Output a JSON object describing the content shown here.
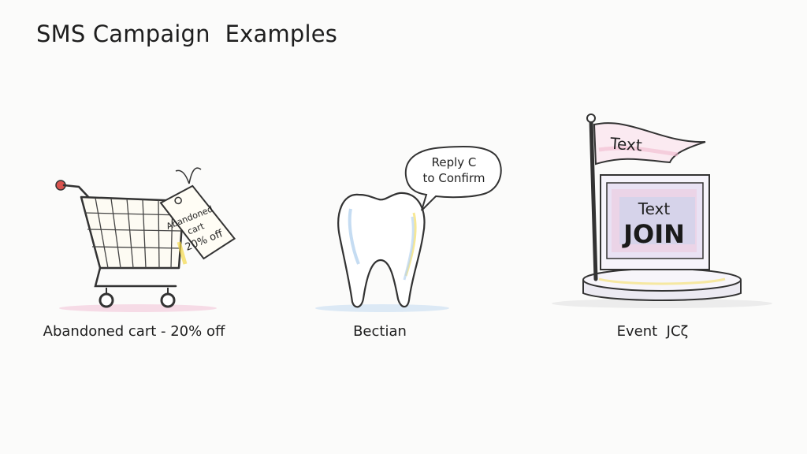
{
  "title": "SMS Campaign  Examples",
  "examples": [
    {
      "icon": "shopping-cart-icon",
      "tag_lines": [
        "Abandoned",
        "cart",
        "20% off"
      ],
      "caption": "Abandoned cart - 20% off"
    },
    {
      "icon": "tooth-icon",
      "bubble_lines": [
        "Reply C",
        "to Confirm"
      ],
      "caption": "Bectian"
    },
    {
      "icon": "flag-sign-icon",
      "flag_text": "Text",
      "sign_lines": [
        "Text",
        "JOIN"
      ],
      "caption": "Event  JCζ"
    }
  ],
  "colors": {
    "ink": "#2b2b2b",
    "pink": "#f1b9cf",
    "yellow": "#f5e27a",
    "blue": "#b6d3ef"
  }
}
